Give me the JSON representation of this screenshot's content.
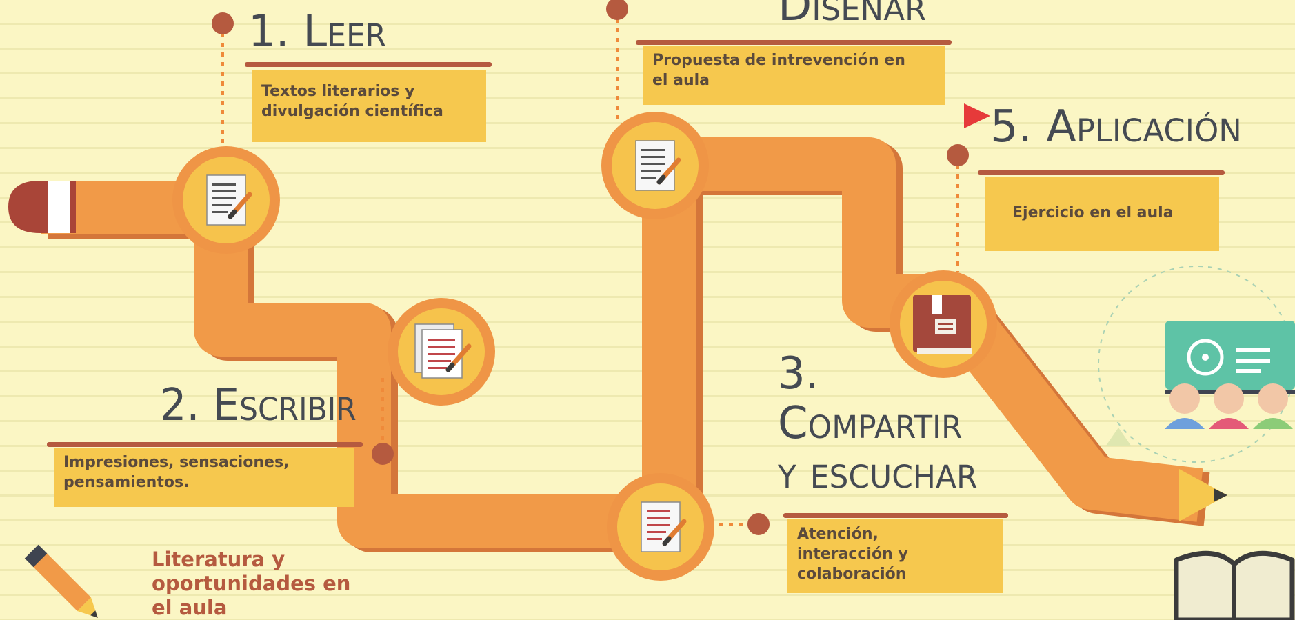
{
  "steps": [
    {
      "id": "leer",
      "title": "1. Leer",
      "description": "Textos literarios y\ndivulgación científica"
    },
    {
      "id": "escribir",
      "title": "2. Escribir",
      "description": "Impresiones, sensaciones,\npensamientos."
    },
    {
      "id": "compartir",
      "title": "3.\nCompartir\ny escuchar",
      "description": "Atención,\ninteracción y\ncolaboración"
    },
    {
      "id": "disenar",
      "title": "Diseñar",
      "description": "Propuesta de intrevención en\nel  aula"
    },
    {
      "id": "aplicacion",
      "title": "5. Aplicación",
      "description": "Ejercicio en el aula"
    }
  ],
  "caption": "Literatura y\noportunidades en\nel aula",
  "icons": {
    "path_nodes": [
      "document-pencil-icon",
      "notes-pencil-icon",
      "document-pencil-icon",
      "document-pencil-icon",
      "book-icon"
    ],
    "pencil": "pencil-icon",
    "classroom": "classroom-icon",
    "open_book": "open-book-icon",
    "play_marker": "play-triangle-icon"
  },
  "colors": {
    "background": "#fbf6c4",
    "path": "#f19a48",
    "path_shadow": "#d4763a",
    "node_ring": "#ef9546",
    "node_fill": "#f6c34c",
    "card": "#f6c84e",
    "rule": "#b55a3f",
    "dot": "#b55a3f",
    "title_text": "#454a52",
    "caption_text": "#b55a3f",
    "marker": "#e63a3a"
  }
}
